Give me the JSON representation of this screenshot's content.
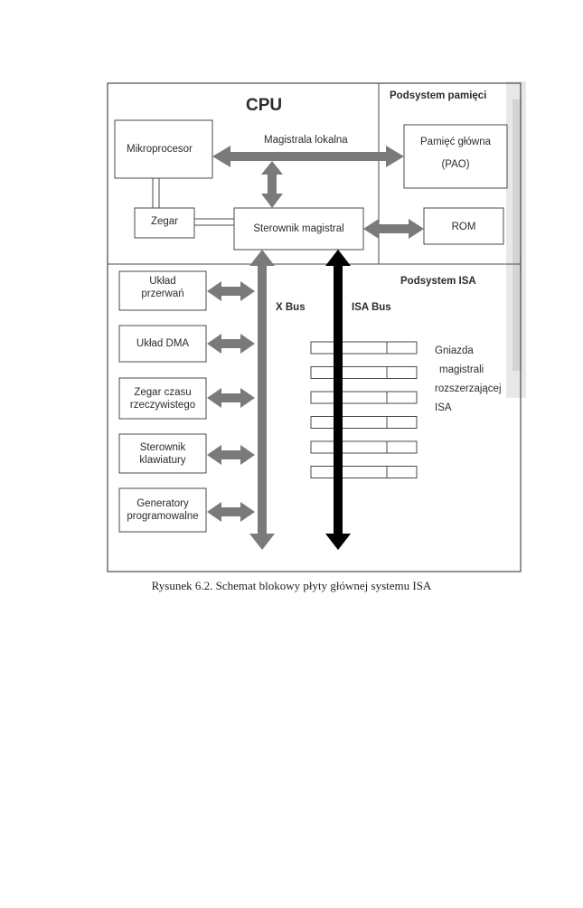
{
  "diagram": {
    "cpu_title": "CPU",
    "memory_subsystem_title": "Podsystem pamięci",
    "isa_subsystem_title": "Podsystem ISA",
    "nodes": {
      "microprocessor": "Mikroprocesor",
      "local_bus": "Magistrala lokalna",
      "main_memory_line1": "Pamięć główna",
      "main_memory_line2": "(PAO)",
      "clock": "Zegar",
      "bus_controller": "Sterownik magistral",
      "rom": "ROM",
      "interrupt_line1": "Układ",
      "interrupt_line2": "przerwań",
      "dma": "Układ DMA",
      "rtc_line1": "Zegar czasu",
      "rtc_line2": "rzeczywistego",
      "keyboard_line1": "Sterownik",
      "keyboard_line2": "klawiatury",
      "timers_line1": "Generatory",
      "timers_line2": "programowalne"
    },
    "buses": {
      "x_bus": "X Bus",
      "isa_bus": "ISA Bus"
    },
    "slots_label": {
      "line1": "Gniazda",
      "line2": "magistrali",
      "line3": "rozszerzającej",
      "line4": "ISA"
    },
    "slot_count": 6,
    "colors": {
      "arrow": "#7a7a7a",
      "box_border": "#4a4a4a",
      "scan_shade": "#e3e3e3"
    }
  },
  "caption": "Rysunek 6.2. Schemat blokowy płyty głównej systemu ISA"
}
